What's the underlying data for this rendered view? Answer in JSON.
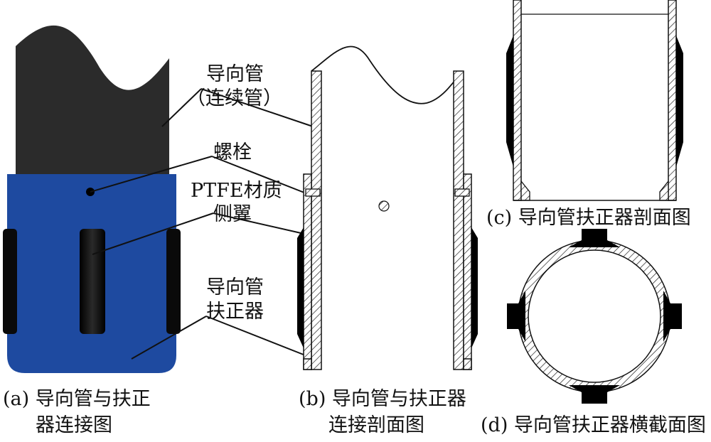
{
  "labels": {
    "guide_pipe": "导向管",
    "coiled_tubing": "（连续管）",
    "bolt": "螺栓",
    "ptfe_wing_1": "PTFE材质",
    "ptfe_wing_2": "侧翼",
    "centralizer_1": "导向管",
    "centralizer_2": "扶正器"
  },
  "captions": {
    "a_line1": "(a) 导向管与扶正",
    "a_line2": "器连接图",
    "b_line1": "(b) 导向管与扶正器",
    "b_line2": "连接剖面图",
    "c": "(c) 导向管扶正器剖面图",
    "d": "(d) 导向管扶正器横截面图"
  },
  "colors": {
    "pipe_dark": "#2b2b2b",
    "centralizer_blue": "#1e4aa0",
    "wing_black": "#000000",
    "line": "#111111"
  }
}
